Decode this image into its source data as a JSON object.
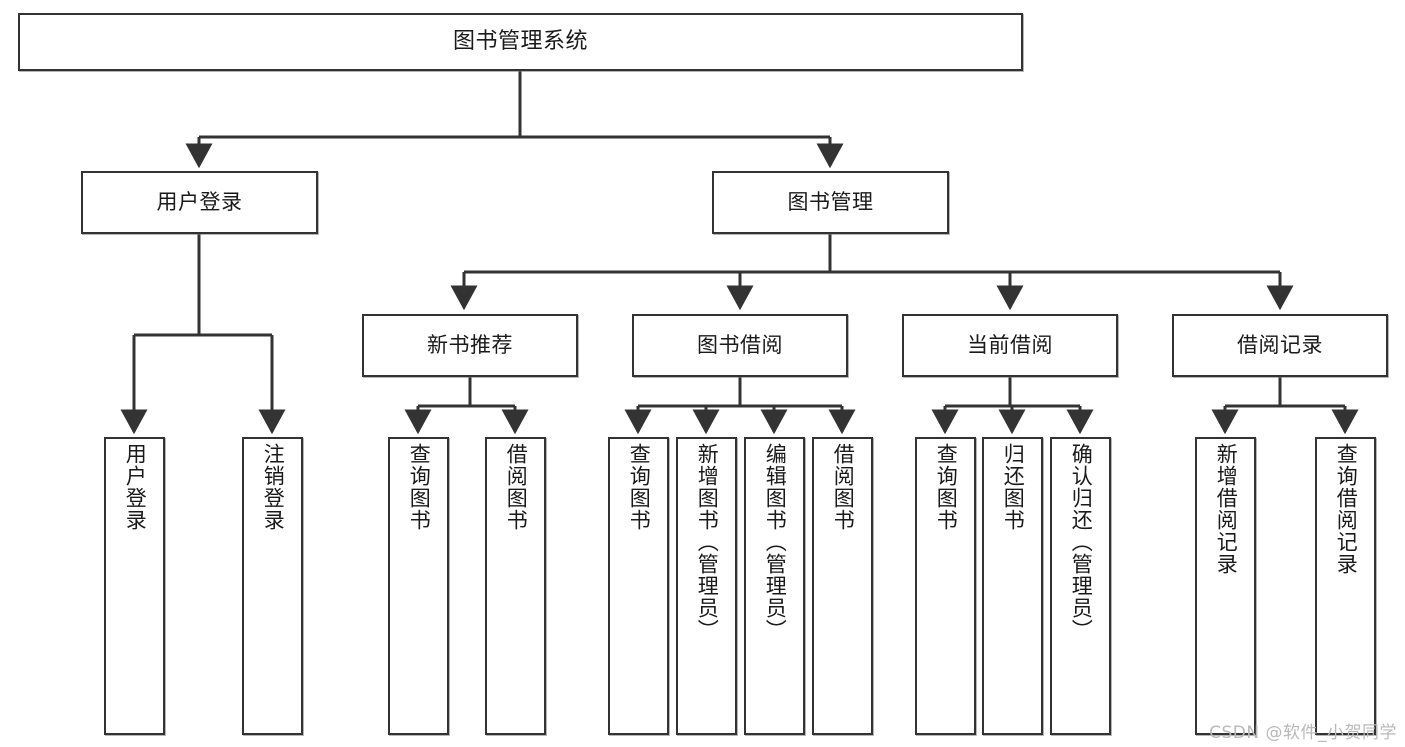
{
  "diagram": {
    "title": "图书管理系统",
    "type": "tree-hierarchy",
    "root": {
      "id": "root",
      "label": "图书管理系统"
    },
    "level2": [
      {
        "id": "login",
        "label": "用户登录"
      },
      {
        "id": "bookmgmt",
        "label": "图书管理"
      }
    ],
    "level3": [
      {
        "id": "newbook",
        "label": "新书推荐",
        "parent": "bookmgmt"
      },
      {
        "id": "borrow",
        "label": "图书借阅",
        "parent": "bookmgmt"
      },
      {
        "id": "current",
        "label": "当前借阅",
        "parent": "bookmgmt"
      },
      {
        "id": "record",
        "label": "借阅记录",
        "parent": "bookmgmt"
      }
    ],
    "leaves": [
      {
        "id": "leaf-login-1",
        "label": "用户登录",
        "parent": "login"
      },
      {
        "id": "leaf-login-2",
        "label": "注销登录",
        "parent": "login"
      },
      {
        "id": "leaf-new-1",
        "label": "查询图书",
        "parent": "newbook"
      },
      {
        "id": "leaf-new-2",
        "label": "借阅图书",
        "parent": "newbook"
      },
      {
        "id": "leaf-borrow-1",
        "label": "查询图书",
        "parent": "borrow"
      },
      {
        "id": "leaf-borrow-2",
        "label": "新增图书（管理员）",
        "parent": "borrow"
      },
      {
        "id": "leaf-borrow-3",
        "label": "编辑图书（管理员）",
        "parent": "borrow"
      },
      {
        "id": "leaf-borrow-4",
        "label": "借阅图书",
        "parent": "borrow"
      },
      {
        "id": "leaf-cur-1",
        "label": "查询图书",
        "parent": "current"
      },
      {
        "id": "leaf-cur-2",
        "label": "归还图书",
        "parent": "current"
      },
      {
        "id": "leaf-cur-3",
        "label": "确认归还（管理员）",
        "parent": "current"
      },
      {
        "id": "leaf-rec-1",
        "label": "新增借阅记录",
        "parent": "record"
      },
      {
        "id": "leaf-rec-2",
        "label": "查询借阅记录",
        "parent": "record"
      }
    ],
    "watermark": "CSDN @软件_小贺同学",
    "colors": {
      "stroke": "#333333",
      "fill": "#ffffff",
      "text": "#1a1a1a",
      "watermark": "#b9b9b9"
    }
  }
}
